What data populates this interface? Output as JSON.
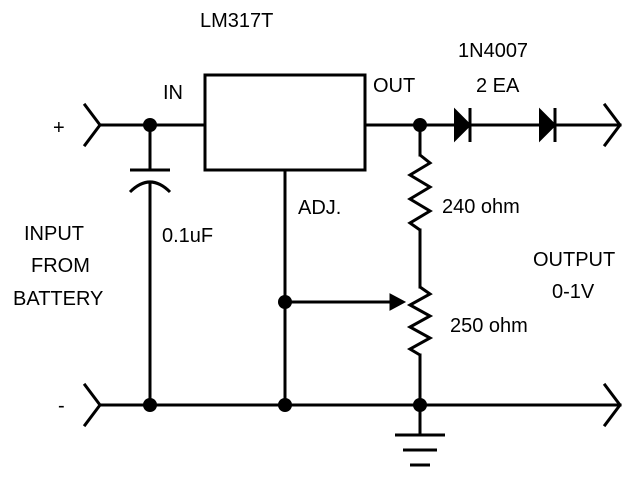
{
  "regulator": {
    "part": "LM317T",
    "pin_in": "IN",
    "pin_out": "OUT",
    "pin_adj": "ADJ."
  },
  "diodes": {
    "part": "1N4007",
    "qty": "2 EA"
  },
  "capacitor": {
    "value": "0.1uF"
  },
  "resistor": {
    "value": "240 ohm"
  },
  "potentiometer": {
    "value": "250 ohm"
  },
  "input": {
    "line1": "INPUT",
    "line2": "FROM",
    "line3": "BATTERY",
    "plus": "+",
    "minus": "-"
  },
  "output": {
    "line1": "OUTPUT",
    "line2": "0-1V"
  },
  "colors": {
    "ink": "#000000",
    "paper": "#ffffff"
  }
}
